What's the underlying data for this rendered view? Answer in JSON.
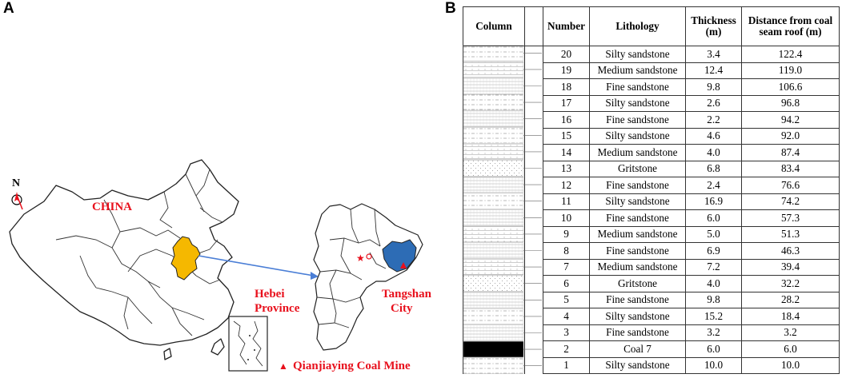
{
  "panels": {
    "a_label": "A",
    "b_label": "B"
  },
  "map": {
    "north": "N",
    "country": "CHINA",
    "province": [
      "Hebei",
      "Province"
    ],
    "city": [
      "Tangshan",
      "City"
    ],
    "mine_legend_symbol": "▲",
    "mine_legend": "Qianjiaying Coal Mine",
    "colors": {
      "province_fill": "#f5b800",
      "city_fill": "#2d6cb5",
      "label": "#e8101c",
      "arrow": "#4a7ed6"
    }
  },
  "table": {
    "headers": {
      "column": "Column",
      "number": "Number",
      "lithology": "Lithology",
      "thickness": [
        "Thickness",
        "(m)"
      ],
      "distance": [
        "Distance from coal",
        "seam roof (m)"
      ]
    },
    "rows": [
      {
        "number": "20",
        "lithology": "Silty sandstone",
        "thickness": "3.4",
        "distance": "122.4",
        "pattern": "silty"
      },
      {
        "number": "19",
        "lithology": "Medium sandstone",
        "thickness": "12.4",
        "distance": "119.0",
        "pattern": "medium"
      },
      {
        "number": "18",
        "lithology": "Fine sandstone",
        "thickness": "9.8",
        "distance": "106.6",
        "pattern": "fine"
      },
      {
        "number": "17",
        "lithology": "Silty sandstone",
        "thickness": "2.6",
        "distance": "96.8",
        "pattern": "silty"
      },
      {
        "number": "16",
        "lithology": "Fine sandstone",
        "thickness": "2.2",
        "distance": "94.2",
        "pattern": "fine"
      },
      {
        "number": "15",
        "lithology": "Silty sandstone",
        "thickness": "4.6",
        "distance": "92.0",
        "pattern": "silty"
      },
      {
        "number": "14",
        "lithology": "Medium sandstone",
        "thickness": "4.0",
        "distance": "87.4",
        "pattern": "medium"
      },
      {
        "number": "13",
        "lithology": "Gritstone",
        "thickness": "6.8",
        "distance": "83.4",
        "pattern": "grit"
      },
      {
        "number": "12",
        "lithology": "Fine sandstone",
        "thickness": "2.4",
        "distance": "76.6",
        "pattern": "fine"
      },
      {
        "number": "11",
        "lithology": "Silty sandstone",
        "thickness": "16.9",
        "distance": "74.2",
        "pattern": "silty"
      },
      {
        "number": "10",
        "lithology": "Fine sandstone",
        "thickness": "6.0",
        "distance": "57.3",
        "pattern": "fine"
      },
      {
        "number": "9",
        "lithology": "Medium sandstone",
        "thickness": "5.0",
        "distance": "51.3",
        "pattern": "medium"
      },
      {
        "number": "8",
        "lithology": "Fine sandstone",
        "thickness": "6.9",
        "distance": "46.3",
        "pattern": "fine"
      },
      {
        "number": "7",
        "lithology": "Medium sandstone",
        "thickness": "7.2",
        "distance": "39.4",
        "pattern": "medium"
      },
      {
        "number": "6",
        "lithology": "Gritstone",
        "thickness": "4.0",
        "distance": "32.2",
        "pattern": "grit"
      },
      {
        "number": "5",
        "lithology": "Fine sandstone",
        "thickness": "9.8",
        "distance": "28.2",
        "pattern": "fine"
      },
      {
        "number": "4",
        "lithology": "Silty sandstone",
        "thickness": "15.2",
        "distance": "18.4",
        "pattern": "silty"
      },
      {
        "number": "3",
        "lithology": "Fine sandstone",
        "thickness": "3.2",
        "distance": "3.2",
        "pattern": "fine"
      },
      {
        "number": "2",
        "lithology": "Coal 7",
        "thickness": "6.0",
        "distance": "6.0",
        "pattern": "coal"
      },
      {
        "number": "1",
        "lithology": "Silty sandstone",
        "thickness": "10.0",
        "distance": "10.0",
        "pattern": "silty"
      }
    ]
  }
}
